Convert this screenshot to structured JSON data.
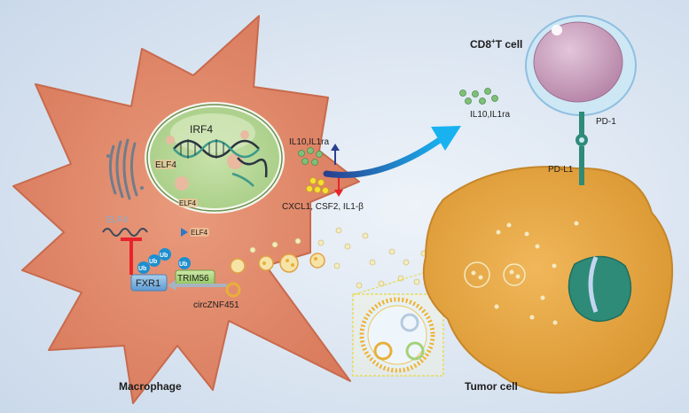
{
  "labels": {
    "cd8_prefix": "CD8",
    "cd8_sup": "+",
    "cd8_suffix": "T cell",
    "il10_il1ra_top": "IL10,IL1ra",
    "pd1": "PD-1",
    "pdl1": "PD-L1",
    "irf4": "IRF4",
    "elf4_nucleus": "ELF4",
    "elf4_nucleus_small": "ELF4",
    "il10_il1ra_mac": "IL10,IL1ra",
    "cytokines_down": "CXCL1, CSF2, IL1-β",
    "elf4_mrna": "ELF4",
    "elf4_protein": "ELF4",
    "ub": "Ub",
    "fxr1": "FXR1",
    "trim56": "TRIM56",
    "circ": "circZNF451",
    "macrophage": "Macrophage",
    "tumor": "Tumor cell"
  },
  "colors": {
    "background": "#d7e3f1",
    "macrophage": "#e0876a",
    "macrophage_edge": "#c96a4e",
    "nucleus": "#b9d89a",
    "tumor": "#e7a642",
    "tumor_nucleus": "#2e8b78",
    "tcell_outer": "#bfe0f2",
    "tcell_inner": "#c99ab8",
    "arrow_blue": "#1aa3e8",
    "inhibit_red": "#e8232a",
    "ub_blue": "#1d8fd0",
    "fxr1_box": "#7fb5df",
    "trim56_box": "#a9d47a",
    "vesicle": "#f2e6a8"
  }
}
